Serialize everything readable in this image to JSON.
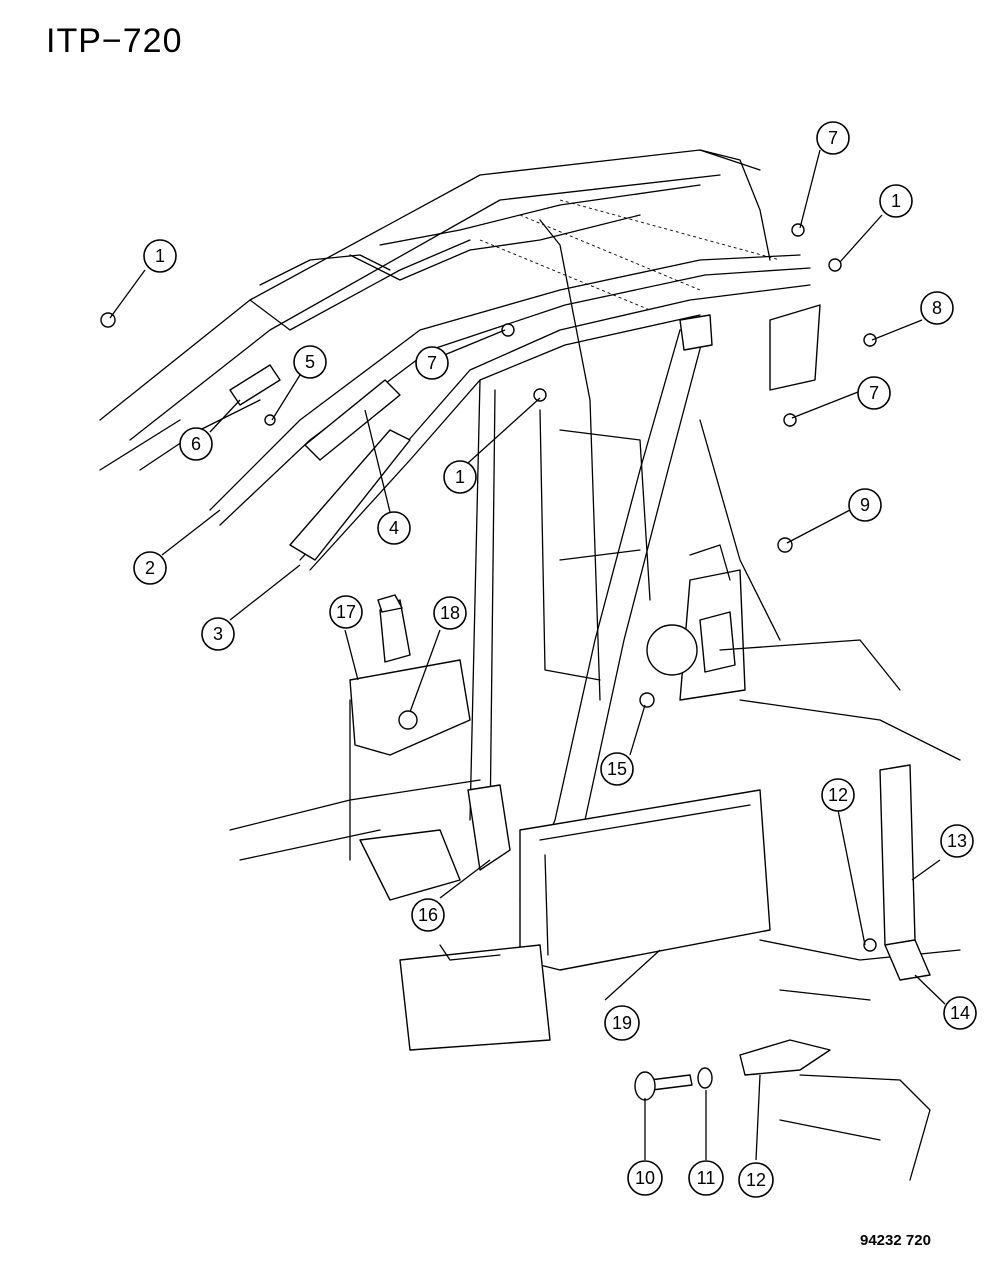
{
  "header": {
    "title": "ITP−720"
  },
  "footer": {
    "drawing_code": "94232 720"
  },
  "callouts": [
    {
      "label": "1"
    },
    {
      "label": "1"
    },
    {
      "label": "1"
    },
    {
      "label": "2"
    },
    {
      "label": "3"
    },
    {
      "label": "4"
    },
    {
      "label": "5"
    },
    {
      "label": "6"
    },
    {
      "label": "7"
    },
    {
      "label": "7"
    },
    {
      "label": "7"
    },
    {
      "label": "8"
    },
    {
      "label": "9"
    },
    {
      "label": "10"
    },
    {
      "label": "11"
    },
    {
      "label": "12"
    },
    {
      "label": "12"
    },
    {
      "label": "13"
    },
    {
      "label": "14"
    },
    {
      "label": "15"
    },
    {
      "label": "16"
    },
    {
      "label": "17"
    },
    {
      "label": "18"
    },
    {
      "label": "19"
    }
  ]
}
